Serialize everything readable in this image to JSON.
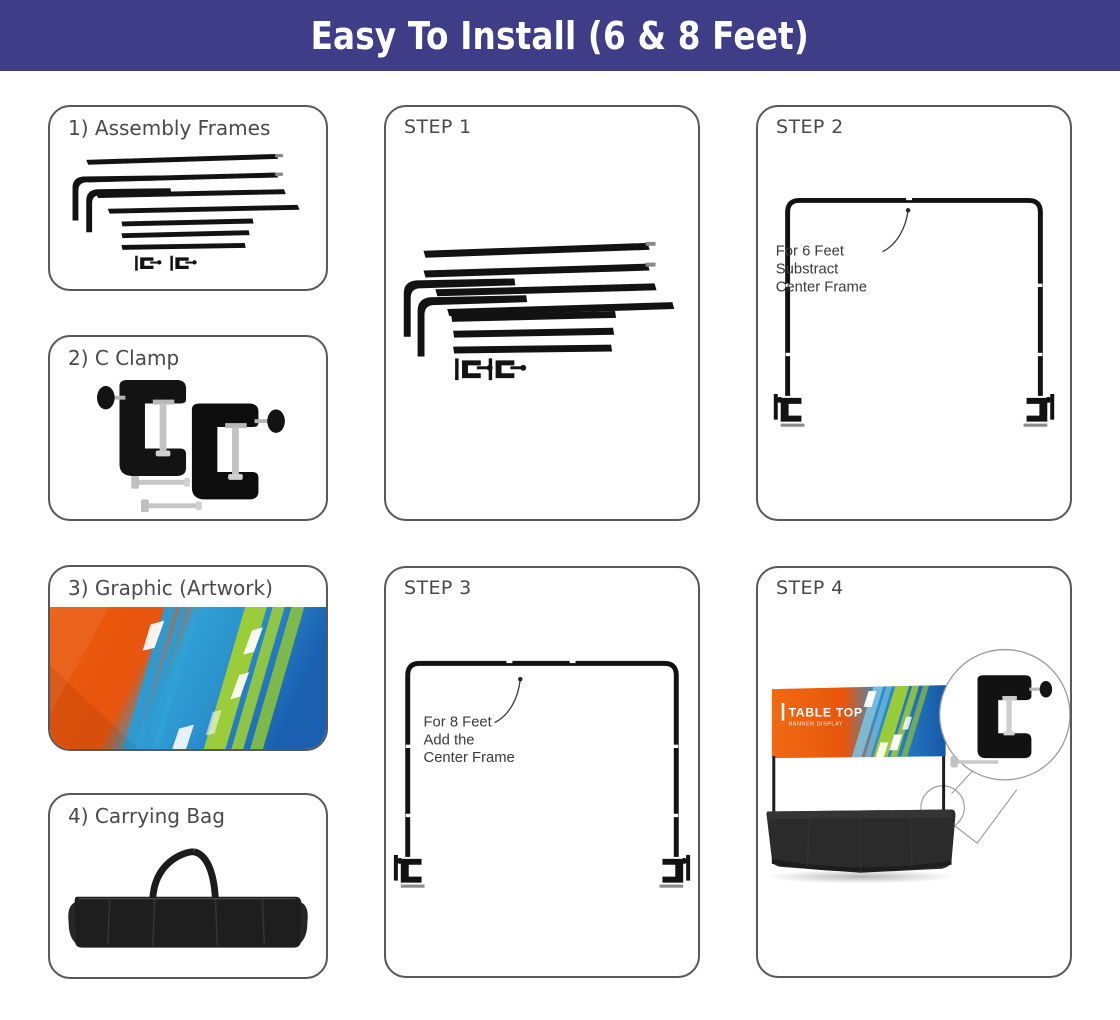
{
  "header": {
    "title": "Easy To Install (6 & 8 Feet)",
    "background_color": "#403D88",
    "text_color": "#FFFFFF"
  },
  "panels": {
    "parts": [
      {
        "id": "assembly-frames",
        "label": "1) Assembly Frames",
        "content": "black aluminum frame poles: 2 straight top rails, 2 L-shaped corner poles, 3 straight rails, 2 small c-clamps"
      },
      {
        "id": "c-clamp",
        "label": "2) C Clamp",
        "content": "two black c-clamps with silver thumb screws"
      },
      {
        "id": "graphic-artwork",
        "label": "3) Graphic (Artwork)",
        "content": "printed fabric graphic, orange to blue with green and cyan diagonal stripes"
      },
      {
        "id": "carrying-bag",
        "label": "4) Carrying Bag",
        "content": "long black zippered carrying bag with handles"
      }
    ],
    "steps": [
      {
        "id": "step-1",
        "label": "STEP 1",
        "content": "lay out all frame poles and clamps"
      },
      {
        "id": "step-2",
        "label": "STEP 2",
        "annotation": [
          "For 6 Feet",
          "Substract",
          "Center Frame"
        ],
        "content": "assembled narrow rectangular frame with c-clamps at the base"
      },
      {
        "id": "step-3",
        "label": "STEP 3",
        "annotation": [
          "For 8 Feet",
          "Add the",
          "Center Frame"
        ],
        "content": "assembled wide rectangular frame with c-clamps at the base"
      },
      {
        "id": "step-4",
        "label": "STEP 4",
        "content": "finished table top banner display mounted on a black draped table with magnified c-clamp detail"
      }
    ]
  },
  "banner": {
    "title": "TABLE TOP",
    "subtitle": "BANNER DISPLAY"
  },
  "colors": {
    "panel_border": "#585858",
    "label_text": "#4A4A4A",
    "pole_black": "#111111",
    "graphic_orange": "#E8570F",
    "graphic_cyan": "#3BA8D8",
    "graphic_green": "#9ACC3B",
    "graphic_blue": "#1E5FAF",
    "table_black": "#2A2A2A"
  }
}
